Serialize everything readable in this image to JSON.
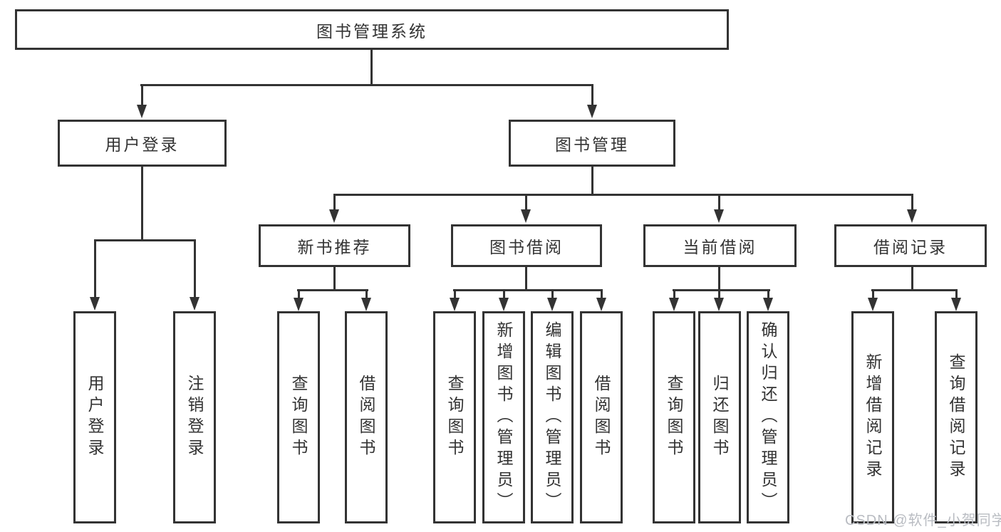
{
  "diagram": {
    "root": {
      "label": "图书管理系统"
    },
    "branches": [
      {
        "label": "用户登录",
        "children": [
          {
            "label": "用户登录"
          },
          {
            "label": "注销登录"
          }
        ]
      },
      {
        "label": "图书管理",
        "children": [
          {
            "label": "新书推荐",
            "children": [
              {
                "label": "查询图书"
              },
              {
                "label": "借阅图书"
              }
            ]
          },
          {
            "label": "图书借阅",
            "children": [
              {
                "label": "查询图书"
              },
              {
                "label": "新增图书（管理员）"
              },
              {
                "label": "编辑图书（管理员）"
              },
              {
                "label": "借阅图书"
              }
            ]
          },
          {
            "label": "当前借阅",
            "children": [
              {
                "label": "查询图书"
              },
              {
                "label": "归还图书"
              },
              {
                "label": "确认归还（管理员）"
              }
            ]
          },
          {
            "label": "借阅记录",
            "children": [
              {
                "label": "新增借阅记录"
              },
              {
                "label": "查询借阅记录"
              }
            ]
          }
        ]
      }
    ]
  },
  "watermark": {
    "text": "CSDN @软件_小贺同学"
  },
  "colors": {
    "line": "#333333",
    "text": "#333333",
    "watermark": "#b9bcc2",
    "background": "#ffffff"
  }
}
